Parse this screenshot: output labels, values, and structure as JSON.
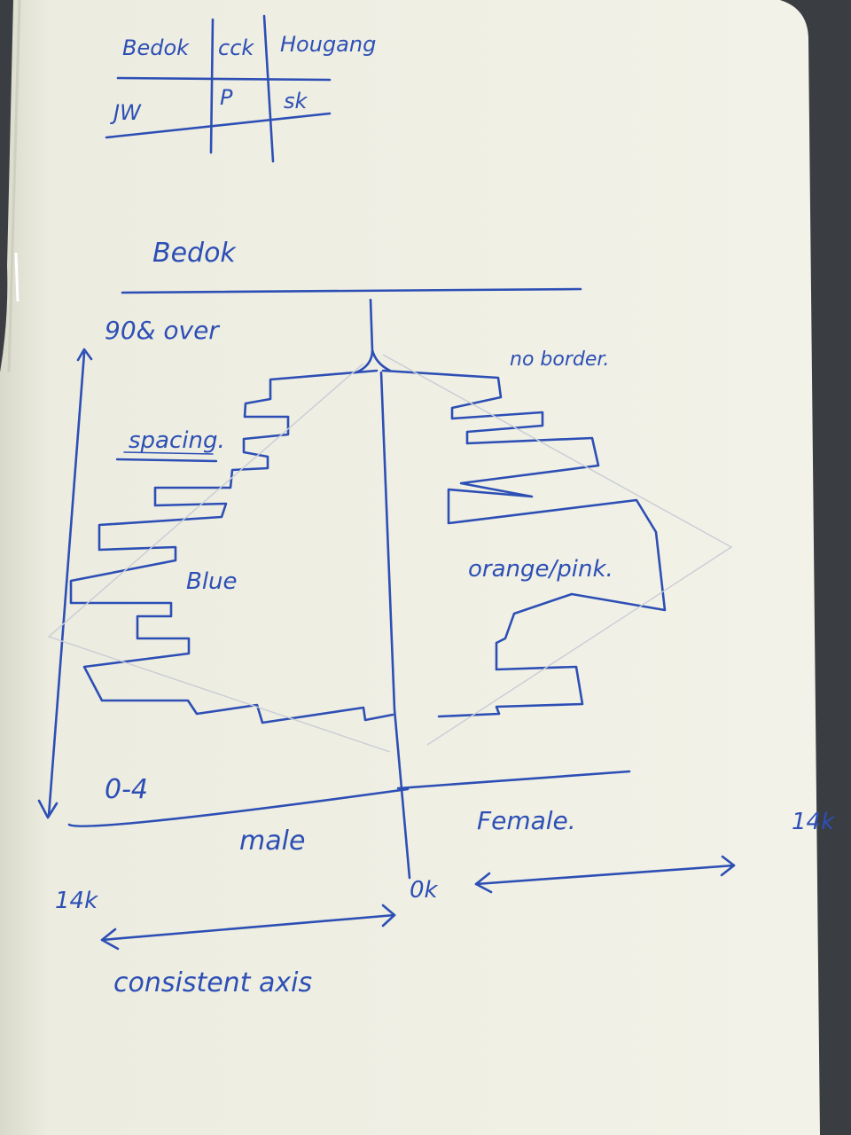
{
  "colors": {
    "ink": "#2d4fb5",
    "paper": "#efefe3",
    "desk": "#3a3d42"
  },
  "grid_table": {
    "row1": [
      "Bedok",
      "cck",
      "Hougang"
    ],
    "row2": [
      "JW",
      "P",
      "sk"
    ]
  },
  "title": "Bedok",
  "notes": {
    "top_age": "90& over",
    "no_border": "no border.",
    "spacing": "spacing.",
    "blue": "Blue",
    "orange": "orange/pink.",
    "bottom_age": "0-4",
    "male": "male",
    "female": "Female.",
    "right_max": "14k",
    "left_max": "14k",
    "zero": "0k",
    "consistent": "consistent axis"
  }
}
